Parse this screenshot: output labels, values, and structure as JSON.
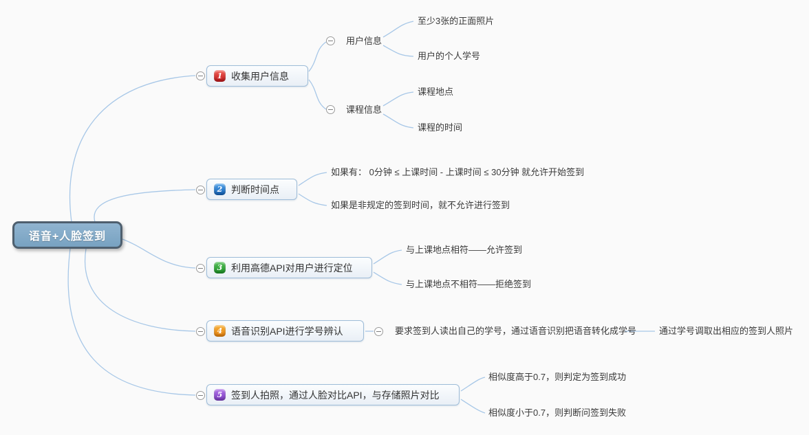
{
  "root": {
    "label": "语音+人脸签到"
  },
  "branches": [
    {
      "badge": "1",
      "badge_color": "#c1161a",
      "label": "收集用户信息",
      "children": [
        {
          "label": "用户信息",
          "children": [
            {
              "label": "至少3张的正面照片"
            },
            {
              "label": "用户的个人学号"
            }
          ]
        },
        {
          "label": "课程信息",
          "children": [
            {
              "label": "课程地点"
            },
            {
              "label": "课程的时间"
            }
          ]
        }
      ]
    },
    {
      "badge": "2",
      "badge_color": "#1261b8",
      "label": "判断时间点",
      "children": [
        {
          "label": "如果有： 0分钟 ≤ 上课时间 - 上课时间 ≤ 30分钟 就允许开始签到"
        },
        {
          "label": "如果是非规定的签到时间，就不允许进行签到"
        }
      ]
    },
    {
      "badge": "3",
      "badge_color": "#1d9427",
      "label": "利用高德API对用户进行定位",
      "children": [
        {
          "label": "与上课地点相符——允许签到"
        },
        {
          "label": "与上课地点不相符——拒绝签到"
        }
      ]
    },
    {
      "badge": "4",
      "badge_color": "#e8820e",
      "label": "语音识别API进行学号辨认",
      "children": [
        {
          "label": "要求签到人读出自己的学号，通过语音识别把语音转化成学号",
          "children": [
            {
              "label": "通过学号调取出相应的签到人照片"
            }
          ]
        }
      ]
    },
    {
      "badge": "5",
      "badge_color": "#7e3ec4",
      "label": "签到人拍照，通过人脸对比API，与存储照片对比",
      "children": [
        {
          "label": "相似度高于0.7，则判定为签到成功"
        },
        {
          "label": "相似度小于0.7，则判断问签到失败"
        }
      ]
    }
  ],
  "colors": {
    "root_fill": "#84aac6",
    "root_border": "#4e5f6e",
    "branch_fill": "#eef3f9",
    "branch_border": "#9ebcd8",
    "connector": "#a7c7e7",
    "background": "#fafafa"
  }
}
